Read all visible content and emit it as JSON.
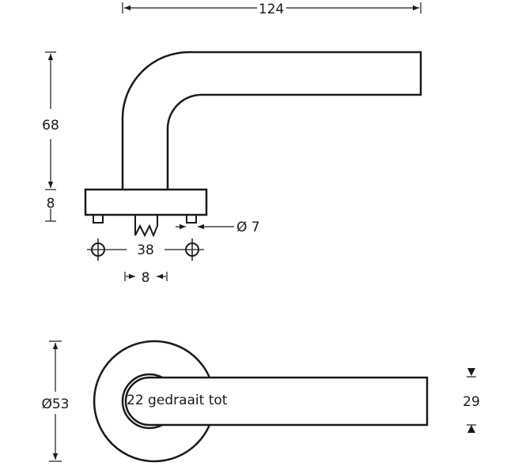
{
  "side_view": {
    "width_label": "124",
    "height_label": "68",
    "rose_thickness_label": "8",
    "pin_diameter_label": "Ø 7",
    "pin_spacing_label": "38",
    "spindle_label": "8"
  },
  "top_view": {
    "rose_diameter_label": "Ø53",
    "lever_width_label": "29",
    "note": "22 gedraait tot"
  }
}
